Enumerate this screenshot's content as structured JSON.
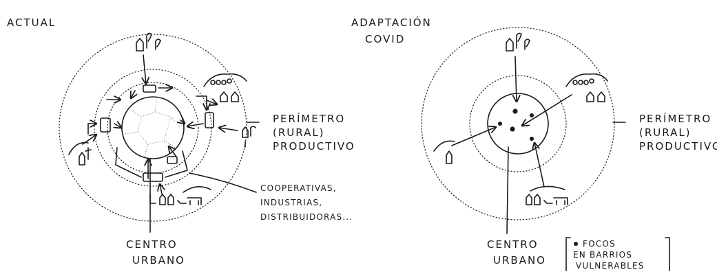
{
  "left_diagram": {
    "title": "ACTUAL",
    "perimeter_label": [
      "PERÍMETRO",
      "(RURAL)",
      "PRODUCTIVO"
    ],
    "coop_label": [
      "COOPERATIVAS,",
      "INDUSTRIAS,",
      "DISTRIBUIDORAS..."
    ],
    "center_label": [
      "CENTRO",
      "URBANO"
    ]
  },
  "right_diagram": {
    "title": [
      "ADAPTACIÓN",
      "COVID"
    ],
    "perimeter_label": [
      "PERÍMETRO",
      "(RURAL)",
      "PRODUCTIVO"
    ],
    "center_label": [
      "CENTRO",
      "URBANO"
    ],
    "legend": [
      "FOCOS",
      "EN BARRIOS",
      "VULNERABLES"
    ]
  }
}
